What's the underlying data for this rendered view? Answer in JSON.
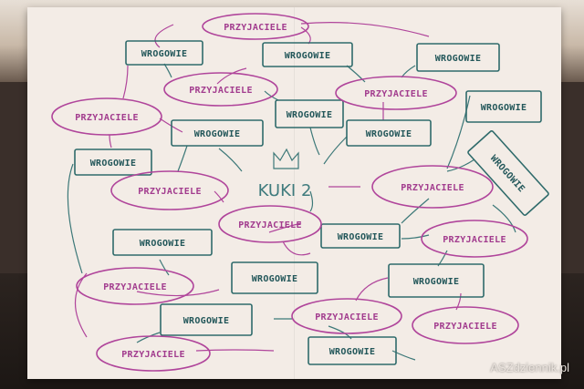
{
  "center_label": "KUKI 2",
  "boxes": [
    {
      "label": "WROGOWIE"
    },
    {
      "label": "WROGOWIE"
    },
    {
      "label": "WROGOWIE"
    },
    {
      "label": "WROGOWIE"
    },
    {
      "label": "WROGOWIE"
    },
    {
      "label": "WROGOWIE"
    },
    {
      "label": "WROGOWIE"
    },
    {
      "label": "WROGOWIE"
    },
    {
      "label": "WROGOWIE"
    },
    {
      "label": "WROGOWIE"
    },
    {
      "label": "WROGOWIE"
    },
    {
      "label": "WROGOWIE"
    },
    {
      "label": "WROGOWIE"
    },
    {
      "label": "WROGOWIE"
    }
  ],
  "ellipses": [
    {
      "label": "PRZYJACIELE"
    },
    {
      "label": "PRZYJACIELE"
    },
    {
      "label": "PRZYJACIELE"
    },
    {
      "label": "PRZYJACIELE"
    },
    {
      "label": "PRZYJACIELE"
    },
    {
      "label": "PRZYJACIELE"
    },
    {
      "label": "PRZYJACIELE"
    },
    {
      "label": "PRZYJACIELE"
    },
    {
      "label": "PRZYJACIELE"
    },
    {
      "label": "PRZYJACIELE"
    },
    {
      "label": "PRZYJACIELE"
    },
    {
      "label": "PRZYJACIELE"
    }
  ],
  "watermark": "ASZdziennik.pl",
  "colors": {
    "teal": "#2f6b6b",
    "magenta": "#b0459b",
    "paper": "#f3ece6"
  }
}
